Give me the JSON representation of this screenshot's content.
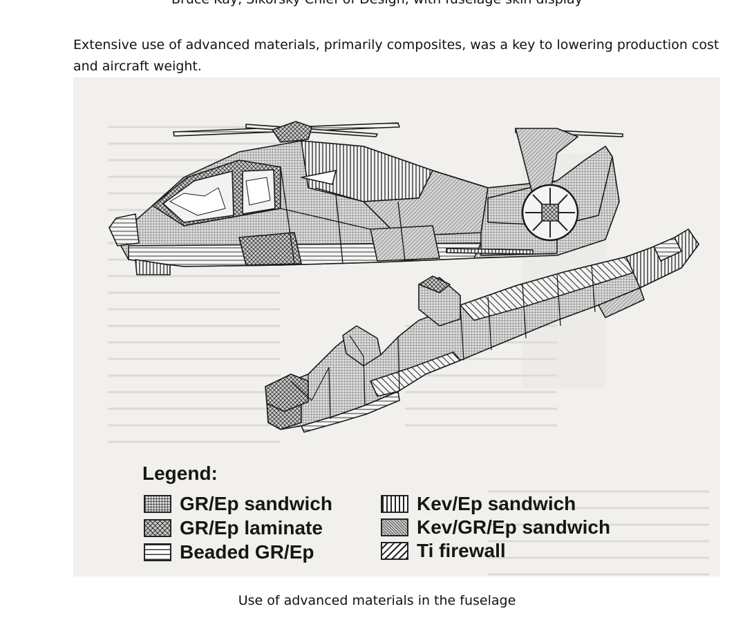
{
  "top_caption": "Bruce Kay, Sikorsky Chief of Design, with fuselage skin display",
  "intro_text": "Extensive use of advanced materials, primarily composites, was a key to lowering production cost and aircraft weight.",
  "figure": {
    "legend_title": "Legend:",
    "legend_items": [
      {
        "label": "GR/Ep sandwich",
        "pattern": "fine-grid"
      },
      {
        "label": "GR/Ep laminate",
        "pattern": "cross-hatch"
      },
      {
        "label": "Beaded GR/Ep",
        "pattern": "horizontal-lines"
      },
      {
        "label": "Kev/Ep sandwich",
        "pattern": "vertical-lines"
      },
      {
        "label": "Kev/GR/Ep sandwich",
        "pattern": "fine-diagonal"
      },
      {
        "label": "Ti firewall",
        "pattern": "bold-diagonal"
      }
    ]
  },
  "bottom_caption": "Use of advanced materials in the fuselage"
}
